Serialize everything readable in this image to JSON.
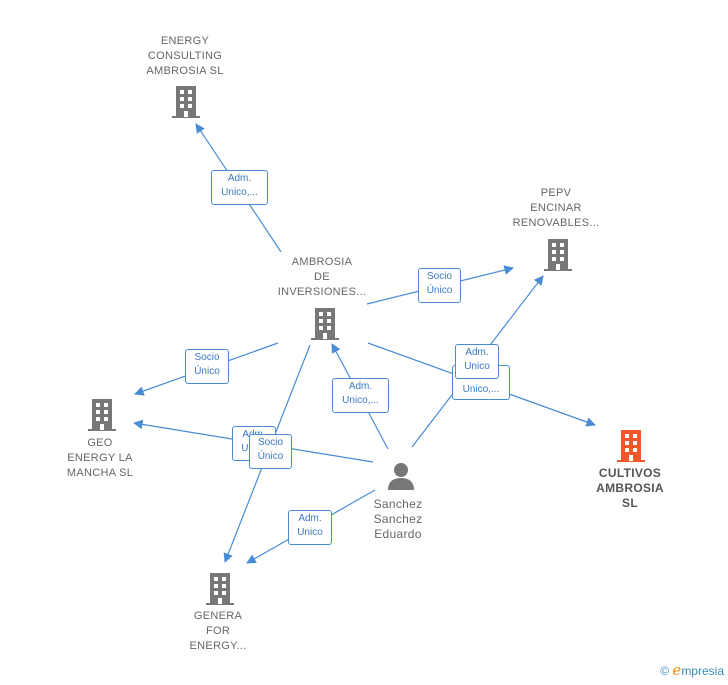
{
  "colors": {
    "edge": "#4a8bd6",
    "node": "#777777",
    "focus": "#f0582a"
  },
  "nodes": {
    "energy_consulting": {
      "lines": [
        "ENERGY",
        "CONSULTING",
        "AMBROSIA  SL"
      ],
      "icon": "building-icon"
    },
    "pepv": {
      "lines": [
        "PEPV",
        "ENCINAR",
        "RENOVABLES..."
      ],
      "icon": "building-icon"
    },
    "ambrosia_inversiones": {
      "lines": [
        "AMBROSIA",
        "DE",
        "INVERSIONES..."
      ],
      "icon": "building-icon"
    },
    "geo_energy": {
      "lines": [
        "GEO",
        "ENERGY LA",
        "MANCHA  SL"
      ],
      "icon": "building-icon"
    },
    "cultivos": {
      "lines": [
        "CULTIVOS",
        "AMBROSIA",
        "SL"
      ],
      "icon": "building-icon",
      "focus": true
    },
    "sanchez": {
      "lines": [
        "Sanchez",
        "Sanchez",
        "Eduardo"
      ],
      "icon": "person-icon"
    },
    "genera": {
      "lines": [
        "GENERA",
        "FOR",
        "ENERGY..."
      ],
      "icon": "building-icon"
    }
  },
  "badges": {
    "b1": [
      "Adm.",
      "Unico,..."
    ],
    "b2": [
      "Socio",
      "Único"
    ],
    "b3": [
      "Socio",
      "Único"
    ],
    "b4": [
      "Adm.",
      "Unico,..."
    ],
    "b5": [
      "Adm.",
      "Unico"
    ],
    "b6": [
      "Unico,..."
    ],
    "b7": [
      "Adm.",
      "Unico"
    ],
    "b8": [
      "Socio",
      "Único"
    ],
    "b9": [
      "Adm.",
      "Unico"
    ]
  },
  "footer": {
    "copyright": "©",
    "brand_initial": "e",
    "brand_rest": "mpresia"
  }
}
